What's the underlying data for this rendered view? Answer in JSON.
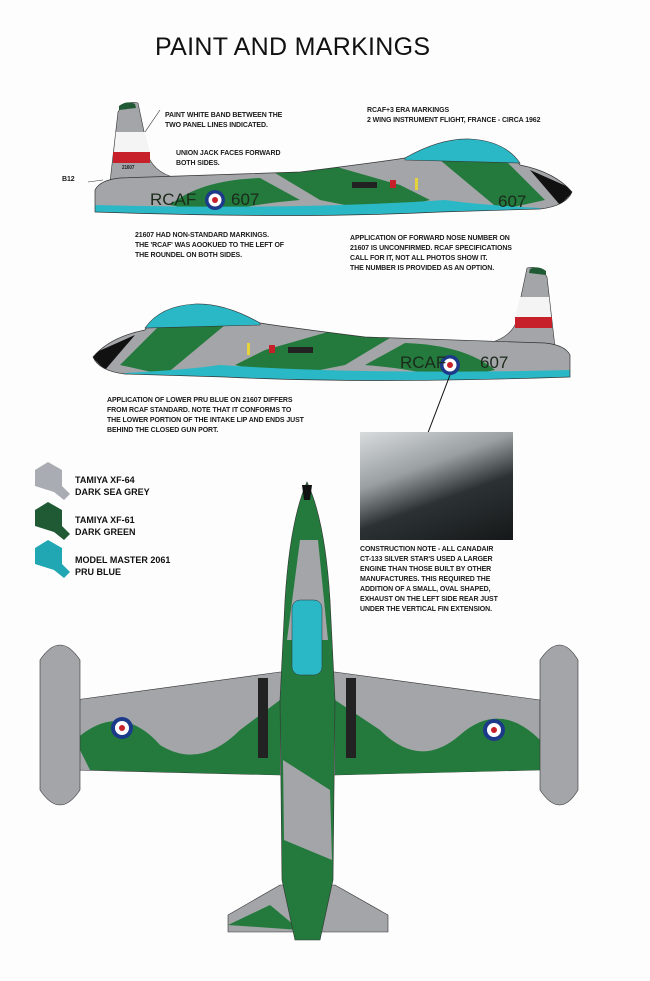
{
  "title": "PAINT AND MARKINGS",
  "header_note": [
    "RCAF+3 ERA MARKINGS",
    "2 WING INSTRUMENT FLIGHT, FRANCE - CIRCA 1962"
  ],
  "notes": {
    "white_band": [
      "PAINT WHITE BAND BETWEEN THE",
      "TWO PANEL LINES INDICATED."
    ],
    "union_jack": [
      "UNION JACK FACES FORWARD",
      "BOTH SIDES."
    ],
    "b12": "B12",
    "non_standard": [
      "21607 HAD NON-STANDARD MARKINGS.",
      "THE 'RCAF' WAS AOOKUED TO THE LEFT OF",
      "THE ROUNDEL ON BOTH SIDES."
    ],
    "nose_number": [
      "APPLICATION OF FORWARD NOSE NUMBER ON",
      "21607 IS UNCONFIRMED. RCAF SPECIFICATIONS",
      "CALL FOR IT, NOT ALL PHOTOS SHOW IT.",
      "THE NUMBER IS PROVIDED AS AN OPTION."
    ],
    "pru_blue": [
      "APPLICATION OF LOWER PRU BLUE ON 21607  DIFFERS",
      "FROM RCAF STANDARD. NOTE THAT IT CONFORMS TO",
      "THE LOWER PORTION OF THE INTAKE LIP AND ENDS JUST",
      "BEHIND THE CLOSED GUN PORT."
    ],
    "construction": [
      "CONSTRUCTION NOTE - ALL CANADAIR",
      "CT-133 SILVER STAR'S USED A LARGER",
      "ENGINE THAN THOSE BUILT BY OTHER",
      "MANUFACTURES. THIS REQUIRED THE",
      "ADDITION OF A SMALL, OVAL SHAPED,",
      "EXHAUST ON THE LEFT SIDE REAR JUST",
      "UNDER THE VERTICAL FIN EXTENSION."
    ]
  },
  "paints": [
    {
      "line1": "TAMIYA XF-64",
      "line2": "DARK SEA GREY",
      "color": "#a9acb3"
    },
    {
      "line1": "TAMIYA XF-61",
      "line2": "DARK GREEN",
      "color": "#1f5a35"
    },
    {
      "line1": "MODEL MASTER 2061",
      "line2": "PRU BLUE",
      "color": "#21a6b3"
    }
  ],
  "markings": {
    "rcaf": "RCAF",
    "number": "607",
    "tail_serial": "21607"
  },
  "colors": {
    "grey": "#a3a5a8",
    "green": "#237a3c",
    "blue": "#2bb8c6",
    "roundel_blue": "#1d3a8a",
    "red": "#c8202a"
  }
}
